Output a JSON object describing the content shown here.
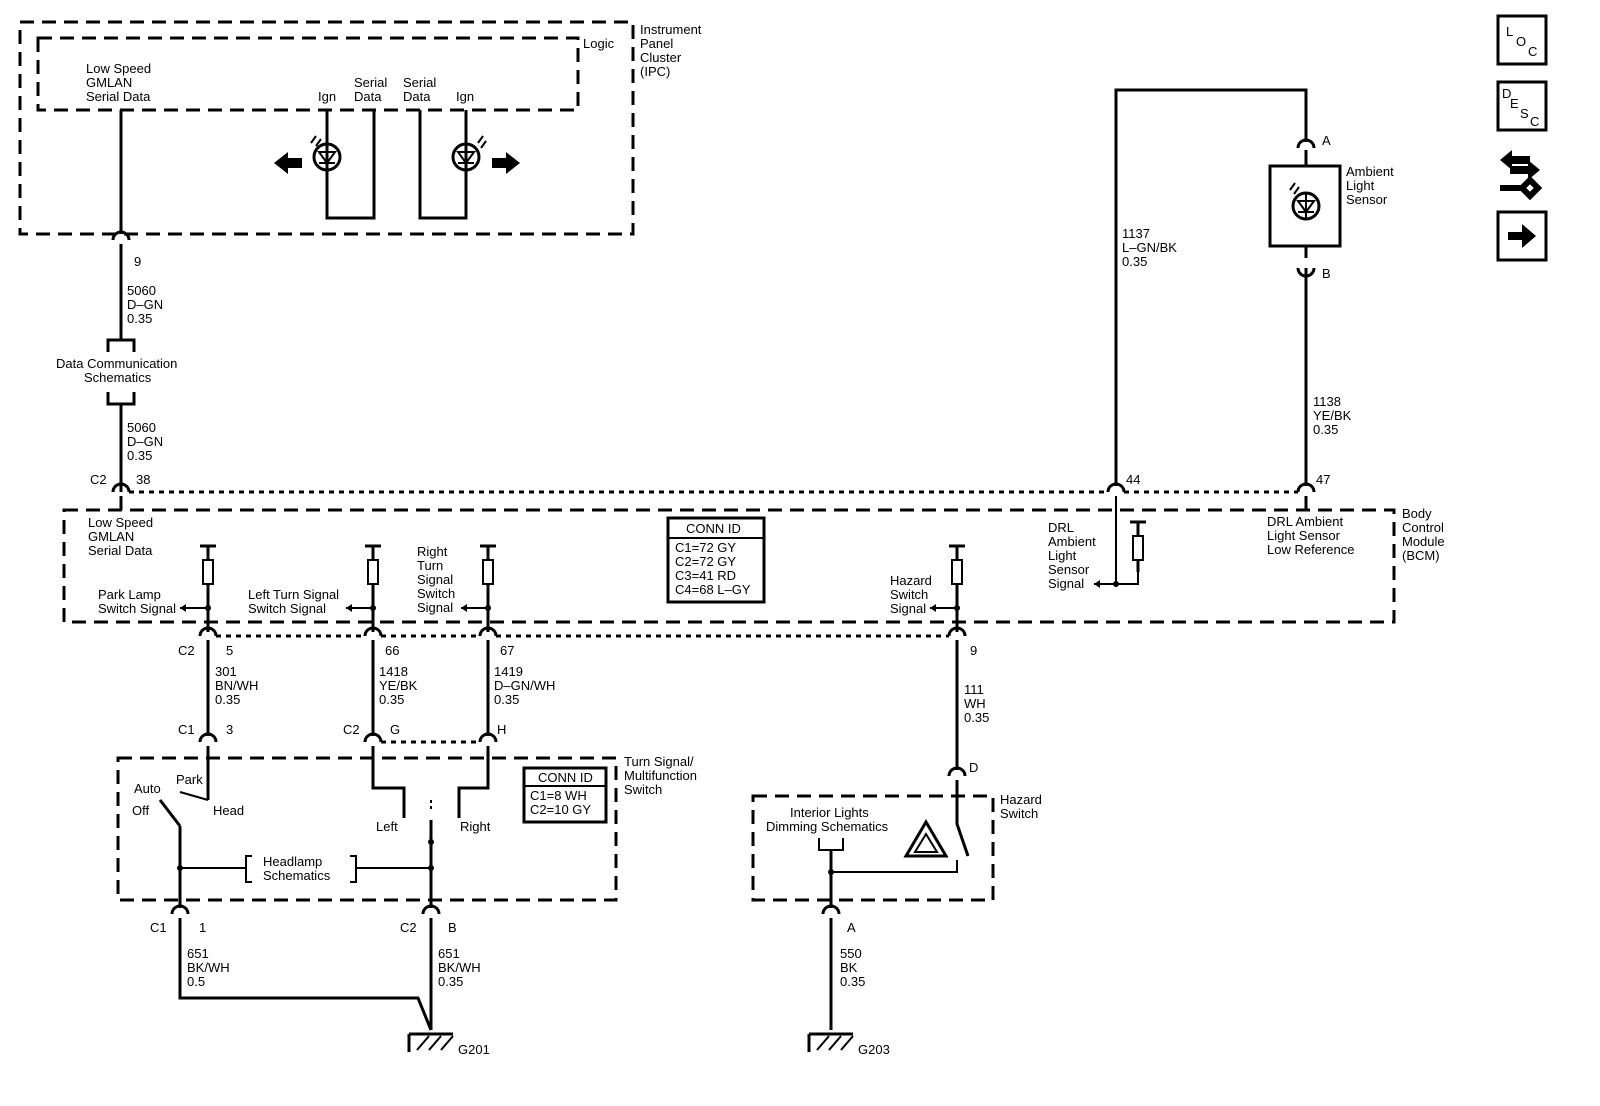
{
  "ipc": {
    "title": [
      "Instrument",
      "Panel",
      "Cluster",
      "(IPC)"
    ],
    "logic": "Logic",
    "gmlan_label": [
      "Low Speed",
      "GMLAN",
      "Serial Data"
    ],
    "ign_left": "Ign",
    "serial_left": [
      "Serial",
      "Data"
    ],
    "serial_right": [
      "Serial",
      "Data"
    ],
    "ign_right": "Ign",
    "pin": "9"
  },
  "wire_5060_top": [
    "5060",
    "D–GN",
    "0.35"
  ],
  "data_comm": [
    "Data Communication",
    "Schematics"
  ],
  "wire_5060_bottom": [
    "5060",
    "D–GN",
    "0.35"
  ],
  "bcm_top": {
    "conn_c2": "C2",
    "pin38": "38",
    "pin44": "44",
    "pin47": "47"
  },
  "wire_1137": [
    "1137",
    "L–GN/BK",
    "0.35"
  ],
  "wire_1138": [
    "1138",
    "YE/BK",
    "0.35"
  ],
  "ambient": {
    "label": [
      "Ambient",
      "Light",
      "Sensor"
    ],
    "pin_a": "A",
    "pin_b": "B"
  },
  "bcm": {
    "title": [
      "Body",
      "Control",
      "Module",
      "(BCM)"
    ],
    "gmlan": [
      "Low Speed",
      "GMLAN",
      "Serial Data"
    ],
    "park": [
      "Park Lamp",
      "Switch Signal"
    ],
    "left": [
      "Left Turn Signal",
      "Switch Signal"
    ],
    "right": [
      "Right",
      "Turn",
      "Signal",
      "Switch",
      "Signal"
    ],
    "hazard": [
      "Hazard",
      "Switch",
      "Signal"
    ],
    "drl_signal": [
      "DRL",
      "Ambient",
      "Light",
      "Sensor",
      "Signal"
    ],
    "drl_ref": [
      "DRL Ambient",
      "Light Sensor",
      "Low Reference"
    ],
    "conn_title": "CONN ID",
    "conn_items": [
      "C1=72 GY",
      "C2=72 GY",
      "C3=41 RD",
      "C4=68 L–GY"
    ]
  },
  "bcm_bottom": {
    "c2": "C2",
    "p5": "5",
    "p66": "66",
    "p67": "67",
    "p9": "9"
  },
  "wire_301": [
    "301",
    "BN/WH",
    "0.35"
  ],
  "wire_1418": [
    "1418",
    "YE/BK",
    "0.35"
  ],
  "wire_1419": [
    "1419",
    "D–GN/WH",
    "0.35"
  ],
  "wire_111": [
    "111",
    "WH",
    "0.35"
  ],
  "tss": {
    "title": [
      "Turn Signal/",
      "Multifunction",
      "Switch"
    ],
    "c1": "C1",
    "p3": "3",
    "c2": "C2",
    "pg": "G",
    "ph": "H",
    "auto": "Auto",
    "park": "Park",
    "off": "Off",
    "head": "Head",
    "left": "Left",
    "right": "Right",
    "headlamp": [
      "Headlamp",
      "Schematics"
    ],
    "conn_title": "CONN ID",
    "conn_items": [
      "C1=8 WH",
      "C2=10 GY"
    ],
    "c1b": "C1",
    "p1": "1",
    "c2b": "C2",
    "pb": "B"
  },
  "hazard_sw": {
    "title": [
      "Hazard",
      "Switch"
    ],
    "pin_d": "D",
    "interior": [
      "Interior Lights",
      "Dimming Schematics"
    ],
    "pin_a": "A"
  },
  "wire_651a": [
    "651",
    "BK/WH",
    "0.5"
  ],
  "wire_651b": [
    "651",
    "BK/WH",
    "0.35"
  ],
  "wire_550": [
    "550",
    "BK",
    "0.35"
  ],
  "ground1": "G201",
  "ground2": "G203",
  "side_icons": {
    "loc": [
      "L",
      "O",
      "C"
    ],
    "desc": [
      "D",
      "E",
      "S",
      "C"
    ]
  }
}
